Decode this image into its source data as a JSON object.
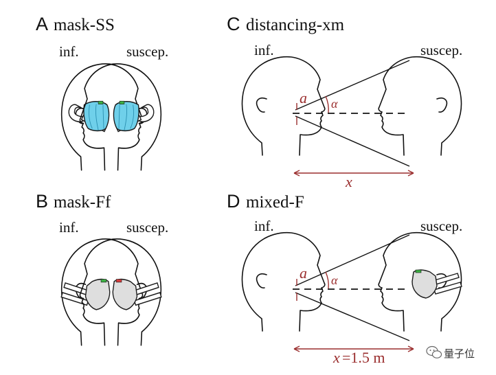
{
  "panels": {
    "A": {
      "letter": "A",
      "name": "mask-SS",
      "left_role": "inf.",
      "right_role": "suscep."
    },
    "B": {
      "letter": "B",
      "name": "mask-Ff",
      "left_role": "inf.",
      "right_role": "suscep."
    },
    "C": {
      "letter": "C",
      "name": "distancing-xm",
      "left_role": "inf.",
      "right_role": "suscep.",
      "aperture_label": "a",
      "angle_label": "α",
      "distance_label": "x"
    },
    "D": {
      "letter": "D",
      "name": "mixed-F",
      "left_role": "inf.",
      "right_role": "suscep.",
      "aperture_label": "a",
      "angle_label": "α",
      "distance_label": "x",
      "distance_value": "=1.5 m"
    }
  },
  "watermark": {
    "text": "量子位",
    "icon": "wechat-icon"
  },
  "colors": {
    "ink": "#111111",
    "accent_red": "#9a2d2d",
    "surgical_mask": "#6fd0ea",
    "respirator_mask": "#dedede",
    "nose_clip_green": "#3cb043",
    "nose_clip_red": "#d63a3a"
  }
}
